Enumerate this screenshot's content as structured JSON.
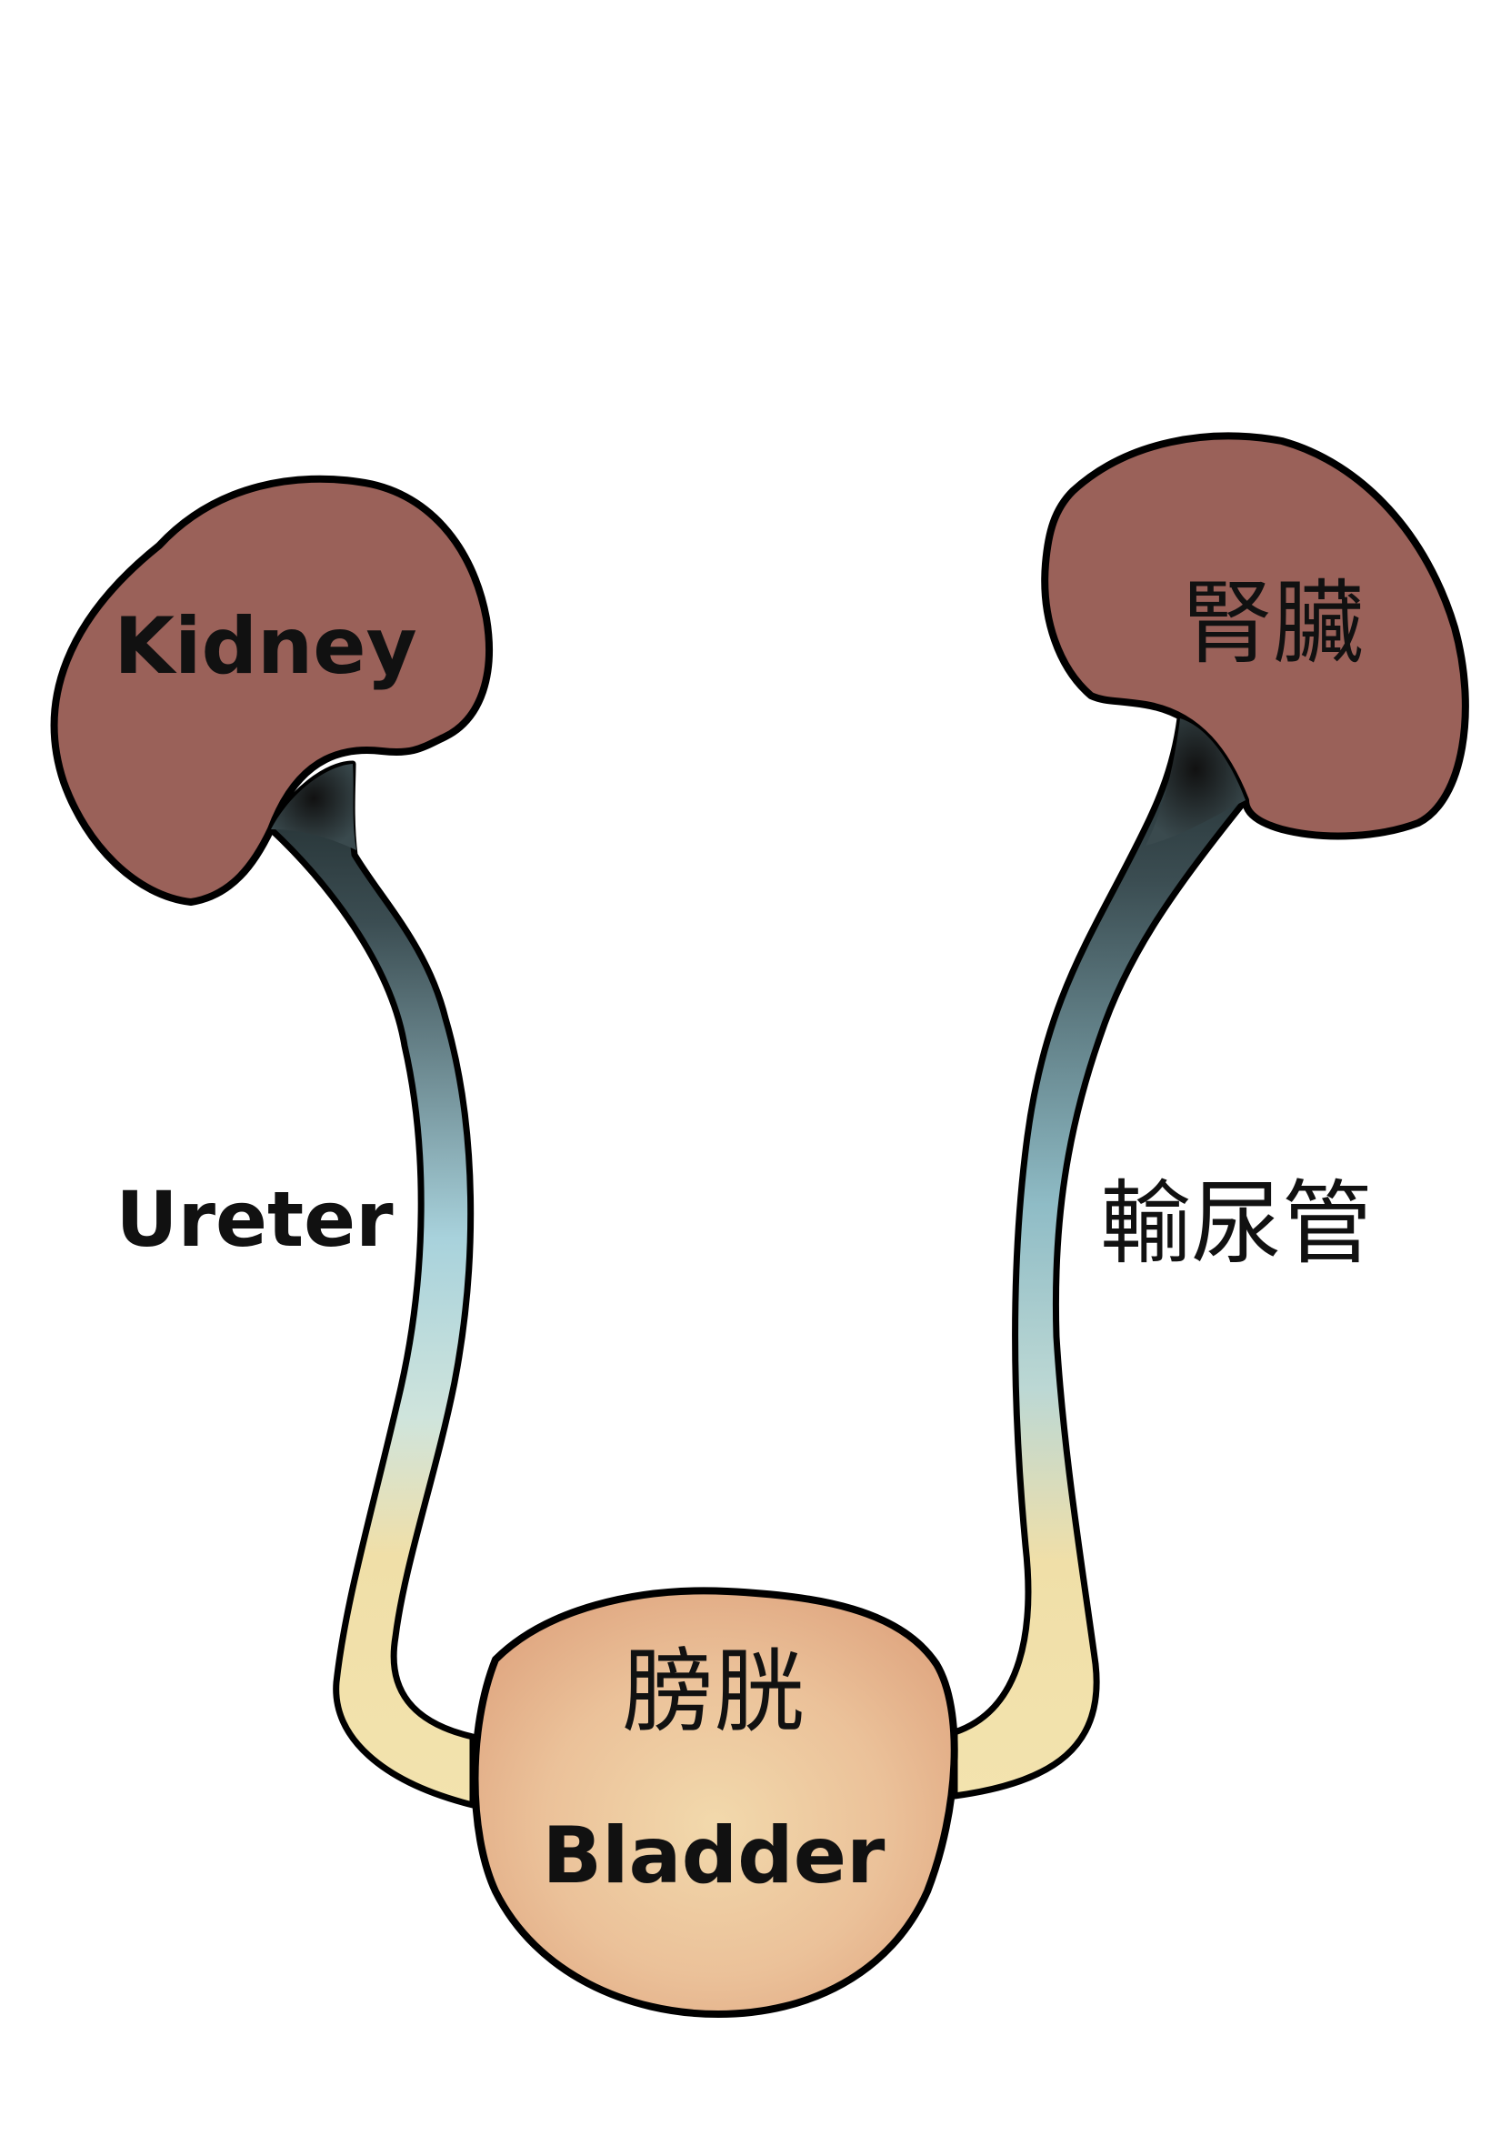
{
  "labels": {
    "kidney_en": "Kidney",
    "kidney_zh": "腎臟",
    "ureter_en": "Ureter",
    "ureter_zh": "輸尿管",
    "bladder_zh": "膀胱",
    "bladder_en": "Bladder"
  },
  "colors": {
    "kidney": "#9a6159",
    "outline": "#000000",
    "ureter_top": "#1f2a2c",
    "ureter_mid": "#a8d2dc",
    "ureter_bottom": "#f0dfa8",
    "bladder_center": "#f2d9ac",
    "bladder_edge": "#e0a882",
    "background": "#ffffff"
  }
}
